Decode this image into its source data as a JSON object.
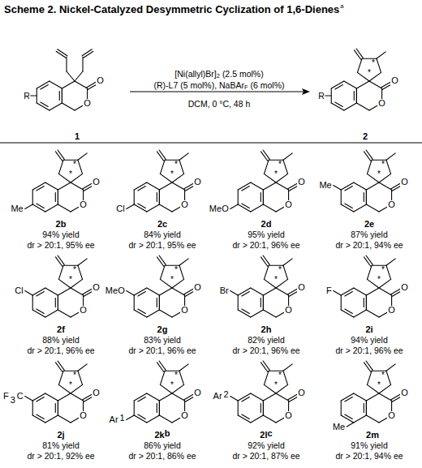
{
  "diagram": {
    "title": "Scheme 2. Nickel-Catalyzed Desymmetric Cyclization of 1,6-Dienes",
    "labels": [
      "a",
      "[Ni(allyl)Br]",
      "2",
      "(2.5 mol%)",
      "(R)-L7 (5 mol%), NaBAr",
      "F",
      "(6 mol%)",
      "DCM, 0 °C, 48 h",
      "R",
      "O",
      "O",
      "1",
      "R",
      "O",
      "O",
      "*",
      "*",
      "2",
      "Me",
      "O",
      "O",
      "*",
      "*",
      "2b",
      "94% yield",
      "dr > 20:1, 95% ee",
      "Cl",
      "O",
      "O",
      "*",
      "*",
      "2c",
      "84% yield",
      "dr > 20:1, 95% ee",
      "MeO",
      "O",
      "O",
      "*",
      "*",
      "2d",
      "95% yield",
      "dr > 20:1, 96% ee",
      "Me",
      "O",
      "O",
      "*",
      "*",
      "2e",
      "87% yield",
      "dr > 20:1, 94% ee",
      "Cl",
      "O",
      "O",
      "*",
      "*",
      "2f",
      "88% yield",
      "dr > 20:1, 96% ee",
      "MeO",
      "O",
      "O",
      "*",
      "*",
      "2g",
      "83% yield",
      "dr > 20:1, 96% ee",
      "Br",
      "O",
      "O",
      "*",
      "*",
      "2h",
      "82% yield",
      "dr > 20:1, 96% ee",
      "F",
      "O",
      "O",
      "*",
      "*",
      "2i",
      "94% yield",
      "dr > 20:1, 96% ee",
      "F",
      "3",
      "C",
      "O",
      "O",
      "*",
      "*",
      "2j",
      "81% yield",
      "dr > 20:1, 92% ee",
      "Ar",
      "1",
      "O",
      "O",
      "*",
      "*",
      "2k",
      "b",
      "86% yield",
      "dr > 20:1, 86% ee",
      "Ar",
      "2",
      "O",
      "O",
      "*",
      "*",
      "2l",
      "c",
      "92% yield",
      "dr > 20:1, 87% ee",
      "Me",
      "O",
      "O",
      "*",
      "*",
      "2m",
      "91% yield",
      "dr > 20:1, 94% ee"
    ]
  }
}
